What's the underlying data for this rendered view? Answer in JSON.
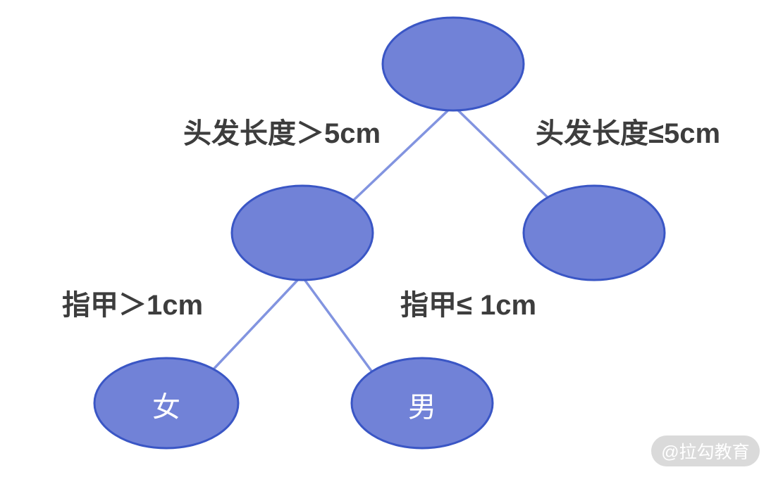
{
  "tree": {
    "type": "decision-tree",
    "description_visible_text_only": true,
    "nodes": {
      "root": {
        "label": ""
      },
      "left_child": {
        "label": ""
      },
      "right_child": {
        "label": ""
      },
      "leaf_female": {
        "label": "女"
      },
      "leaf_male": {
        "label": "男"
      }
    },
    "edges": [
      {
        "from": "root",
        "to": "left_child",
        "label": "头发长度＞5cm"
      },
      {
        "from": "root",
        "to": "right_child",
        "label": "头发长度≤5cm"
      },
      {
        "from": "left_child",
        "to": "leaf_female",
        "label": "指甲＞1cm"
      },
      {
        "from": "left_child",
        "to": "leaf_male",
        "label": "指甲≤ 1cm"
      }
    ],
    "colors": {
      "node_fill": "#7182d7",
      "node_border": "#3a56c5",
      "edge_line": "#8294e0",
      "edge_label_text": "#3d3d3d",
      "leaf_label_text": "#ffffff",
      "background": "#ffffff"
    }
  },
  "watermark": {
    "label": "@拉勾教育",
    "background": "#dadada",
    "text_color": "#ffffff"
  }
}
